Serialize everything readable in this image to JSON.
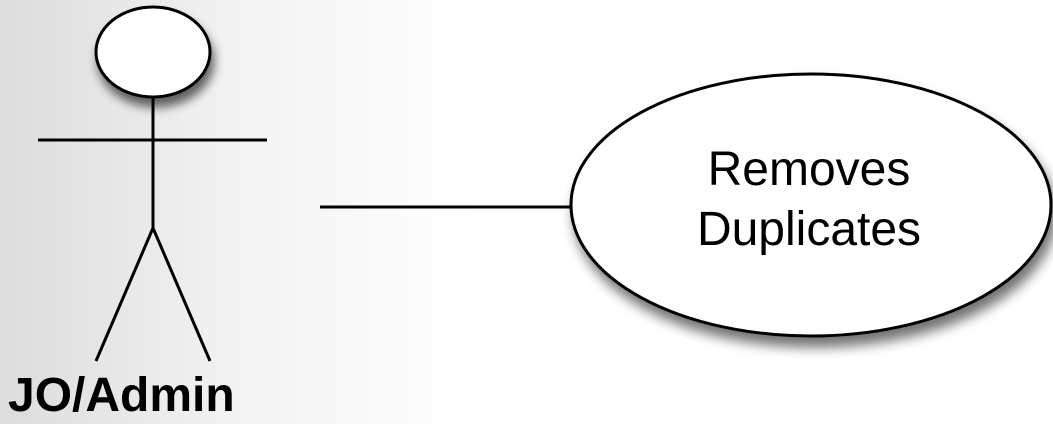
{
  "actor": {
    "label": "JO/Admin"
  },
  "use_case": {
    "line1": "Removes",
    "line2": "Duplicates"
  },
  "colors": {
    "stroke": "#000000",
    "fill": "#ffffff"
  }
}
